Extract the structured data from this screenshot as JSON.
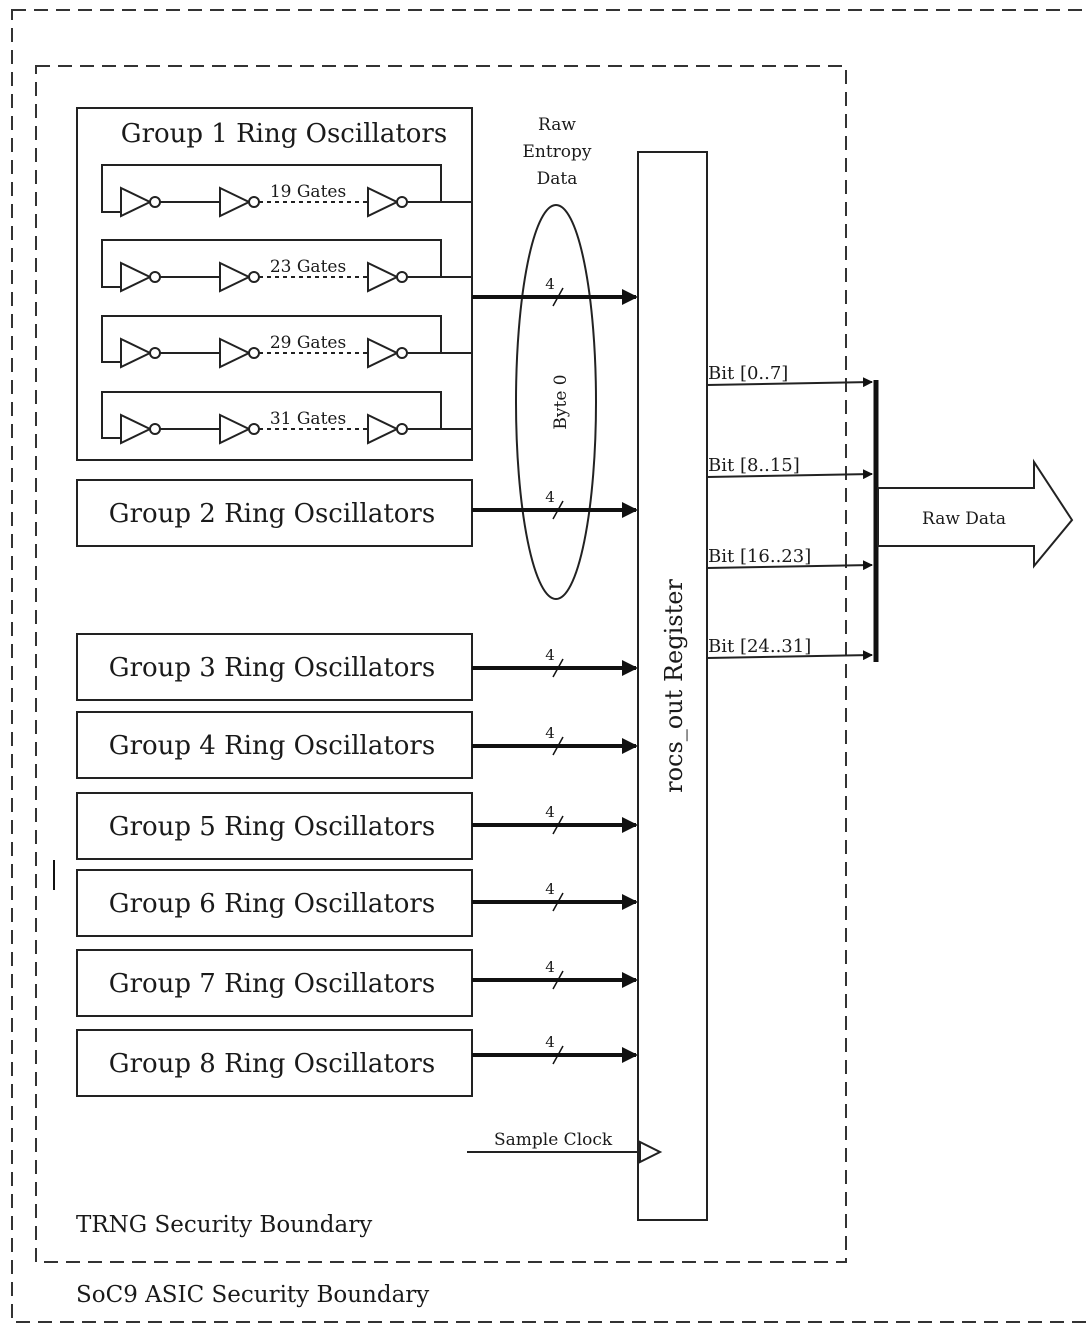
{
  "boundaries": {
    "outer_label": "SoC9 ASIC Security Boundary",
    "inner_label": "TRNG Security Boundary"
  },
  "group1": {
    "title": "Group 1 Ring Oscillators",
    "chains": [
      {
        "gates_label": "19 Gates"
      },
      {
        "gates_label": "23 Gates"
      },
      {
        "gates_label": "29 Gates"
      },
      {
        "gates_label": "31 Gates"
      }
    ]
  },
  "groups": [
    {
      "label": "Group 2 Ring Oscillators"
    },
    {
      "label": "Group 3 Ring Oscillators"
    },
    {
      "label": "Group 4 Ring Oscillators"
    },
    {
      "label": "Group 5 Ring Oscillators"
    },
    {
      "label": "Group 6 Ring Oscillators"
    },
    {
      "label": "Group 7 Ring Oscillators"
    },
    {
      "label": "Group 8 Ring Oscillators"
    }
  ],
  "bus_width_label": "4",
  "raw_entropy": {
    "line1": "Raw",
    "line2": "Entropy",
    "line3": "Data",
    "byte_label": "Byte 0"
  },
  "register": {
    "label": "rocs_out Register"
  },
  "sample_clock_label": "Sample Clock",
  "bit_outputs": [
    {
      "label": "Bit [0..7]"
    },
    {
      "label": "Bit [8..15]"
    },
    {
      "label": "Bit [16..23]"
    },
    {
      "label": "Bit [24..31]"
    }
  ],
  "output_label": "Raw Data"
}
